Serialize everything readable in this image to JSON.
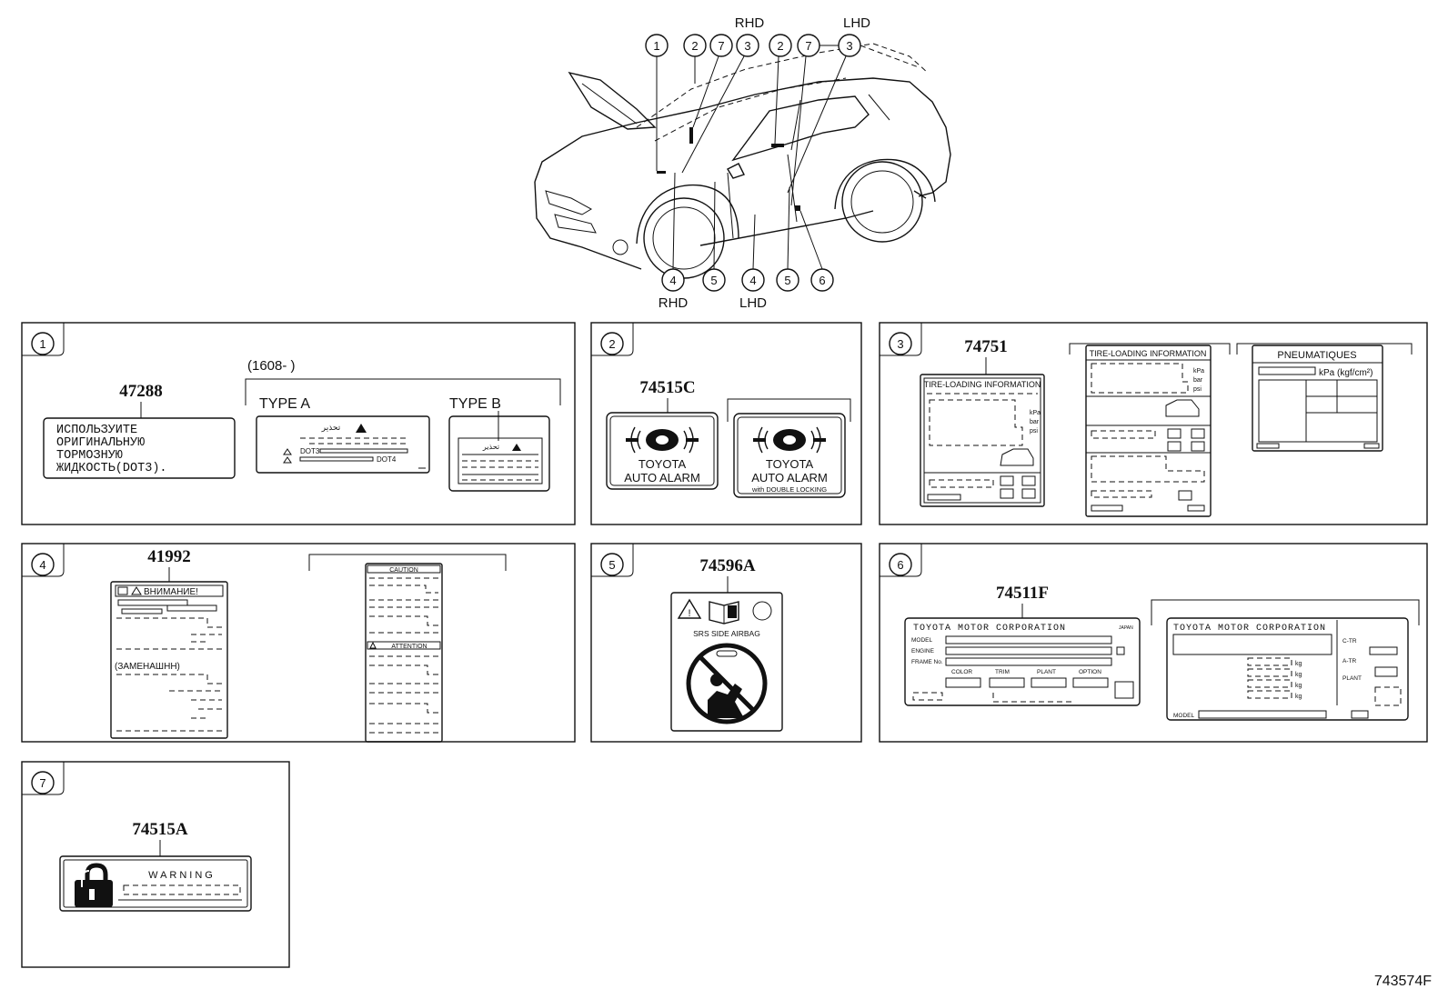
{
  "overview": {
    "labels_top": {
      "rhd": "RHD",
      "lhd": "LHD"
    },
    "labels_bottom": {
      "rhd": "RHD",
      "lhd": "LHD"
    },
    "callouts_top": [
      "1",
      "2",
      "7",
      "3",
      "2",
      "7",
      "3"
    ],
    "callouts_bottom": [
      "4",
      "5",
      "4",
      "5",
      "6"
    ]
  },
  "panels": {
    "p1": {
      "index": "1",
      "part": "47288",
      "range_label": "(1608-         )",
      "type_a": "TYPE A",
      "type_b": "TYPE B",
      "label_lines": [
        "ИСПОЛЬЗУИТЕ",
        "ОРИГИНАЛЬНУЮ",
        "ТОРМОЗНУЮ",
        "ЖИДКОСТЬ(DOT3)."
      ],
      "type_a_heading": "تحذير",
      "type_a_dot3": "DOT3",
      "type_a_dot4": "DOT4",
      "type_b_heading": "تحذير"
    },
    "p2": {
      "index": "2",
      "part": "74515C",
      "badge1": [
        "TOYOTA",
        "AUTO ALARM"
      ],
      "badge2": [
        "TOYOTA",
        "AUTO ALARM",
        "with DOUBLE LOCKING"
      ]
    },
    "p3": {
      "index": "3",
      "part": "74751",
      "label1_title": "TIRE-LOADING INFORMATION",
      "label1_units": [
        "kPa",
        "bar",
        "psi"
      ],
      "label2_title": "TIRE-LOADING INFORMATION",
      "label2_units": [
        "kPa",
        "bar",
        "psi"
      ],
      "label3_title": "PNEUMATIQUES",
      "label3_units": "kPa (kgf/cm²)"
    },
    "p4": {
      "index": "4",
      "part": "41992",
      "label1_heading": "ВНИМАНИЕ!",
      "label1_sub": "(ЗАМЕНАШНН)",
      "label2_heading1": "CAUTION",
      "label2_heading2": "ATTENTION"
    },
    "p5": {
      "index": "5",
      "part": "74596A",
      "srs_text": "SRS   SIDE   AIRBAG"
    },
    "p6": {
      "index": "6",
      "part": "74511F",
      "plate1_title": "TOYOTA MOTOR CORPORATION",
      "plate1_country": "JAPAN",
      "plate1_rows": [
        "MODEL",
        "ENGINE",
        "FRAME No."
      ],
      "plate1_cols": [
        "COLOR",
        "TRIM",
        "PLANT",
        "OPTION"
      ],
      "plate2_title": "TOYOTA MOTOR CORPORATION",
      "plate2_side": [
        "C-TR",
        "A-TR",
        "PLANT"
      ],
      "plate2_units": [
        "kg",
        "kg",
        "kg",
        "kg"
      ],
      "plate2_model": "MODEL"
    },
    "p7": {
      "index": "7",
      "part": "74515A",
      "warning": "WARNING"
    }
  },
  "figure_code": "743574F"
}
